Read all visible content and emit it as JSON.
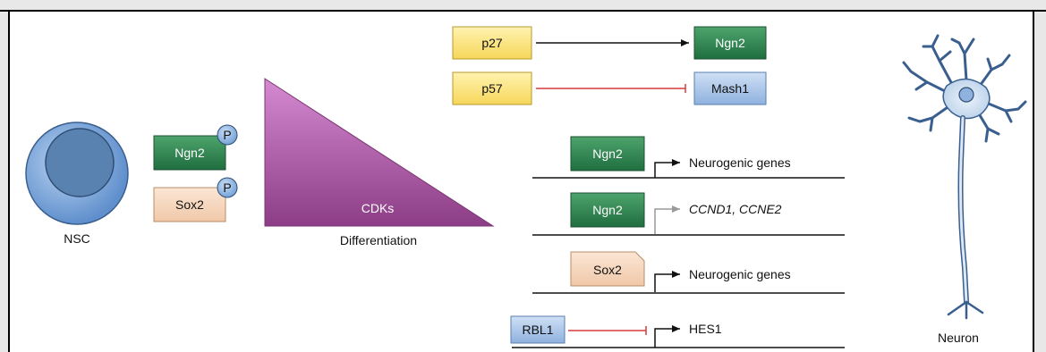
{
  "nsc": {
    "label": "NSC"
  },
  "phospho": {
    "ngn2": "Ngn2",
    "sox2": "Sox2",
    "p_badge": "P"
  },
  "cdks": {
    "label": "CDKs",
    "caption": "Differentiation"
  },
  "inhibitors": {
    "p27": "p27",
    "p57": "p57",
    "ngn2": "Ngn2",
    "mash1": "Mash1"
  },
  "promoters": {
    "row1": {
      "factor": "Ngn2",
      "target": "Neurogenic genes"
    },
    "row2": {
      "factor": "Ngn2",
      "target": "CCND1, CCNE2"
    },
    "row3": {
      "factor": "Sox2",
      "target": "Neurogenic genes"
    },
    "row4": {
      "factor": "RBL1",
      "target": "HES1"
    }
  },
  "neuron": {
    "label": "Neuron"
  },
  "colors": {
    "green": "#2e7d4f",
    "peach": "#f3d3b9",
    "yellow": "#f7e07a",
    "blue_box": "#a9c4e6",
    "purple": "#a0509a",
    "red": "#d43c3c",
    "cell_blue": "#6f9fd6"
  }
}
